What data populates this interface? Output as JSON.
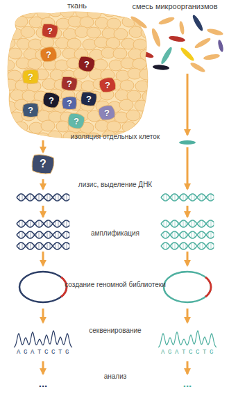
{
  "diagram": {
    "nodes": [
      {
        "text": [
          "ткань"
        ]
      },
      {
        "text": [
          "?"
        ],
        "in": 0
      },
      {
        "text": [
          "?"
        ],
        "in": 0
      },
      {
        "text": [
          "?"
        ],
        "in": 0
      },
      {
        "text": [
          "?"
        ],
        "in": 0
      },
      {
        "text": [
          "?"
        ],
        "in": 0
      },
      {
        "text": [
          "?"
        ],
        "in": 0
      },
      {
        "text": [
          "?"
        ],
        "in": 0
      },
      {
        "text": [
          "?"
        ],
        "in": 0
      },
      {
        "text": [
          "?"
        ],
        "in": 0
      },
      {
        "text": [
          "?"
        ],
        "in": 0
      },
      {
        "text": [
          "?"
        ],
        "in": 0
      },
      {
        "text": [
          "?"
        ],
        "in": 0
      },
      {
        "text": [
          "?"
        ]
      }
    ],
    "edges": [
      {
        "from": 0,
        "to": 13,
        "arrow": "to"
      }
    ],
    "labels": [
      "смесь микроорганизмов",
      "изоляция отдельных клеток",
      "лизис, выделение ДНК",
      "амплификация",
      "создание геномной библиотеки",
      "секвенирование",
      "AGATCCTG",
      "AGATCCTG",
      "анализ",
      "...",
      "..."
    ]
  }
}
